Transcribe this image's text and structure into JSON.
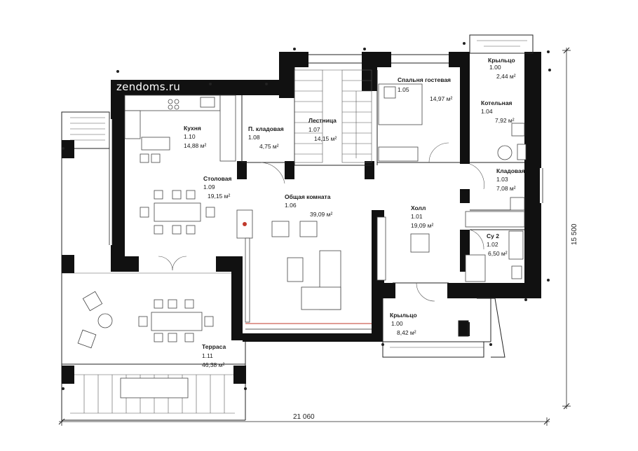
{
  "brand": {
    "text": "zendoms.ru"
  },
  "rooms": [
    {
      "name": "Крыльцо",
      "number": "1.00",
      "area": "2,44 м²"
    },
    {
      "name": "Спальня гостевая",
      "number": "1.05",
      "area": "14,97 м²"
    },
    {
      "name": "Котельная",
      "number": "1.04",
      "area": "7,92 м²"
    },
    {
      "name": "Кухня",
      "number": "1.10",
      "area": "14,88 м²"
    },
    {
      "name": "П. кладовая",
      "number": "1.08",
      "area": "4,75 м²"
    },
    {
      "name": "Лестница",
      "number": "1.07",
      "area": "14,15 м²"
    },
    {
      "name": "Кладовая",
      "number": "1.03",
      "area": "7,08 м²"
    },
    {
      "name": "Столовая",
      "number": "1.09",
      "area": "19,15 м²"
    },
    {
      "name": "Общая комната",
      "number": "1.06",
      "area": "39,09 м²"
    },
    {
      "name": "Холл",
      "number": "1.01",
      "area": "19,09 м²"
    },
    {
      "name": "Су 2",
      "number": "1.02",
      "area": "6,50 м²"
    },
    {
      "name": "Крыльцо",
      "number": "1.00",
      "area": "8,42 м²"
    },
    {
      "name": "Терраса",
      "number": "1.11",
      "area": "46,38 м²"
    }
  ],
  "dimensions": {
    "width": "21 060",
    "height": "15 500"
  },
  "colors": {
    "wall": "#111111",
    "line": "#222222",
    "accent_window": "#c0392b"
  }
}
